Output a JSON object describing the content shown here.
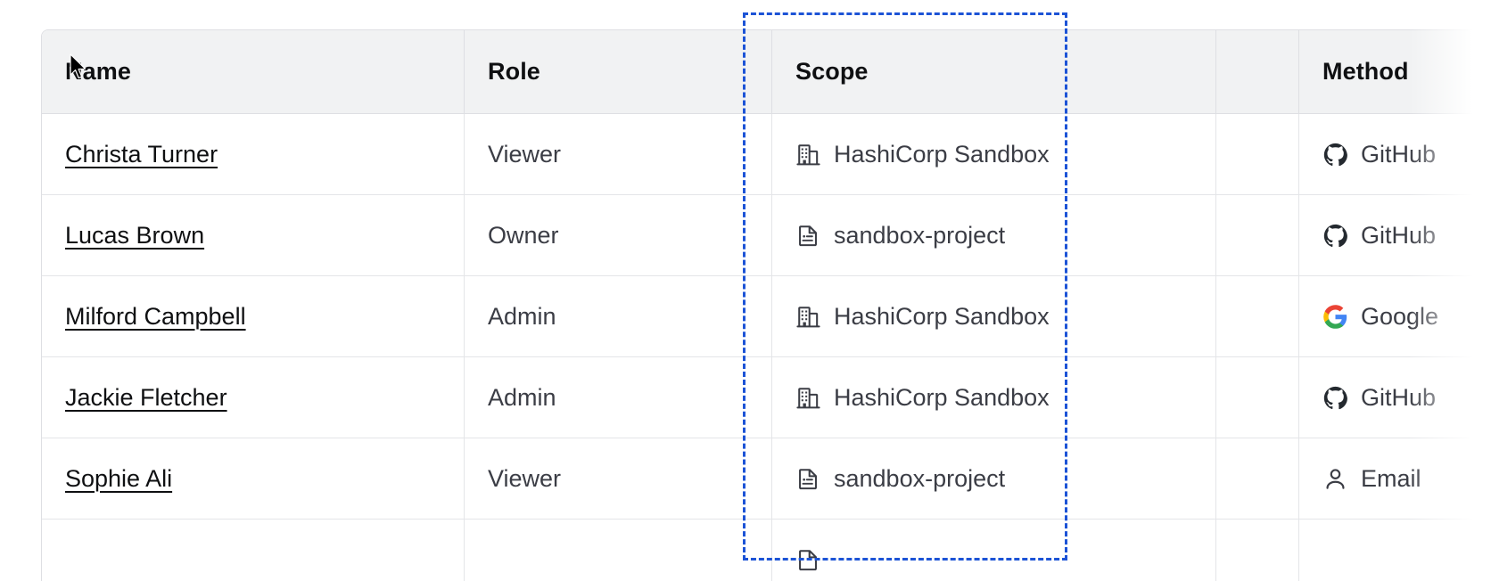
{
  "table": {
    "columns": [
      {
        "key": "name",
        "label": "Name"
      },
      {
        "key": "role",
        "label": "Role"
      },
      {
        "key": "scope",
        "label": "Scope"
      },
      {
        "key": "blank",
        "label": ""
      },
      {
        "key": "method",
        "label": "Method"
      }
    ],
    "rows": [
      {
        "name": "Christa Turner",
        "role": "Viewer",
        "scope": "HashiCorp Sandbox",
        "scope_icon": "org-building-icon",
        "method": "GitHub",
        "method_icon": "github-icon"
      },
      {
        "name": "Lucas Brown",
        "role": "Owner",
        "scope": "sandbox-project",
        "scope_icon": "project-document-icon",
        "method": "GitHub",
        "method_icon": "github-icon"
      },
      {
        "name": "Milford Campbell",
        "role": "Admin",
        "scope": "HashiCorp Sandbox",
        "scope_icon": "org-building-icon",
        "method": "Google",
        "method_icon": "google-icon"
      },
      {
        "name": "Jackie Fletcher",
        "role": "Admin",
        "scope": "HashiCorp Sandbox",
        "scope_icon": "org-building-icon",
        "method": "GitHub",
        "method_icon": "github-icon"
      },
      {
        "name": "Sophie Ali",
        "role": "Viewer",
        "scope": "sandbox-project",
        "scope_icon": "project-document-icon",
        "method": "Email",
        "method_icon": "user-icon"
      },
      {
        "name": "",
        "role": "",
        "scope": "",
        "scope_icon": "project-document-icon",
        "method": "",
        "method_icon": ""
      }
    ]
  },
  "highlight": {
    "target_column": "Scope",
    "style": "dashed",
    "color": "#1c53d6"
  },
  "colors": {
    "header_background": "#f1f2f3",
    "header_text": "#0f1012",
    "body_text": "#3b3d45",
    "border": "#dedfe3",
    "row_border": "#e4e5e8",
    "link_text": "#0f1012",
    "highlight": "#1c53d6",
    "github_icon": "#24292f",
    "google_blue": "#4285f4",
    "google_red": "#ea4335",
    "google_yellow": "#fbbc05",
    "google_green": "#34a853",
    "scope_icon": "#3b3d45"
  }
}
